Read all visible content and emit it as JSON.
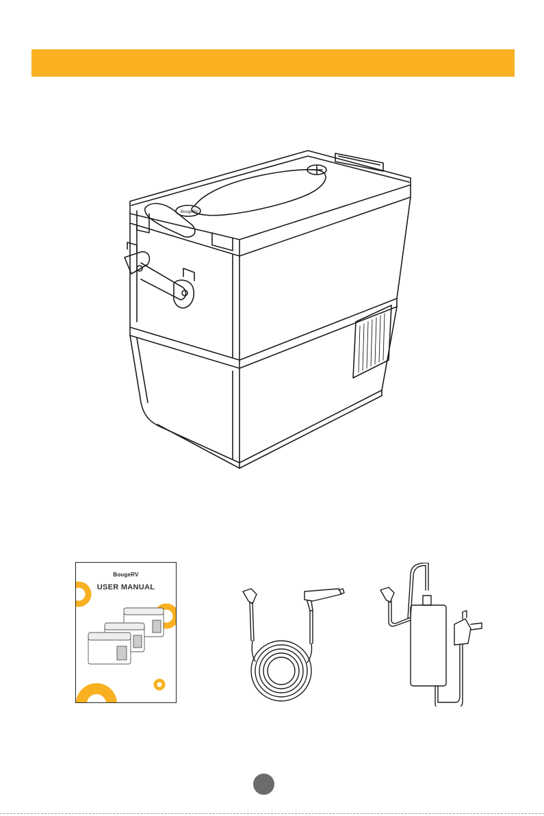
{
  "header": {
    "bar_color": "#f9b122"
  },
  "illustrations": {
    "main_product": "portable-fridge-freezer-line-drawing",
    "lid_badge_text": "BougeRV",
    "accessories": [
      {
        "name": "user-manual"
      },
      {
        "name": "car-dc-power-cable"
      },
      {
        "name": "ac-power-adapter"
      }
    ]
  },
  "manual": {
    "brand": "BougeRV",
    "title": "USER MANUAL",
    "accent_color": "#f9b122"
  },
  "footer": {
    "page_indicator_color": "#6b6b6b"
  }
}
